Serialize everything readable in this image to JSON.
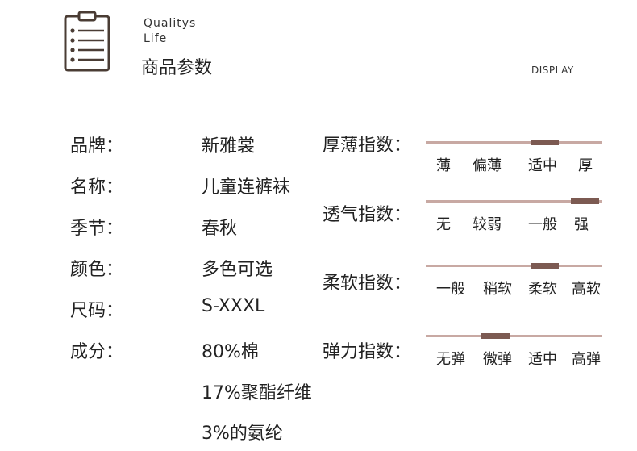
{
  "header": {
    "brand_line_1": "Qualitys",
    "brand_line_2": "Life",
    "title": "商品参数",
    "display_label": "DISPLAY"
  },
  "specs": [
    {
      "label": "品牌：",
      "value": "新雅裳"
    },
    {
      "label": "名称：",
      "value": "儿童连裤袜"
    },
    {
      "label": "季节：",
      "value": "春秋"
    },
    {
      "label": "颜色：",
      "value": "多色可选"
    },
    {
      "label": "尺码：",
      "value": "S-XXXL"
    },
    {
      "label": "成分：",
      "value": "80%棉"
    }
  ],
  "composition_extra": [
    "17%聚酯纤维",
    "3%的氨纶"
  ],
  "indices": [
    {
      "label": "厚薄指数：",
      "scale": [
        "薄",
        "偏薄",
        "适中",
        "厚"
      ],
      "selected": "适中"
    },
    {
      "label": "透气指数：",
      "scale": [
        "无",
        "较弱",
        "一般",
        "强"
      ],
      "selected": "强"
    },
    {
      "label": "柔软指数：",
      "scale": [
        "一般",
        "稍软",
        "柔软",
        "高软"
      ],
      "selected": "柔软"
    },
    {
      "label": "弹力指数：",
      "scale": [
        "无弹",
        "微弹",
        "适中",
        "高弹"
      ],
      "selected": "微弹"
    }
  ],
  "colors": {
    "bar_track": "#c8a9a3",
    "bar_marker": "#7c5a52",
    "icon": "#4a3c34"
  }
}
